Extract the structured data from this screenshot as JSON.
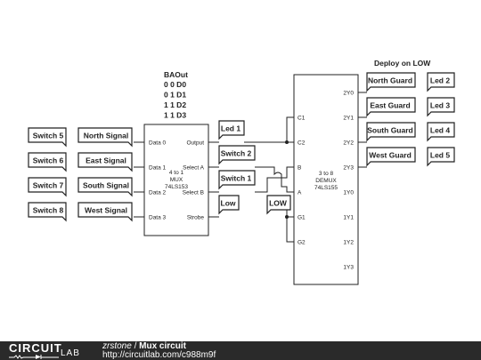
{
  "truth_table": {
    "header": "BAOut",
    "rows": [
      "0 0 D0",
      "0 1 D1",
      "1 1 D2",
      "1 1 D3"
    ]
  },
  "deploy_label": "Deploy on LOW",
  "switch_labels": [
    "Switch 5",
    "Switch 6",
    "Switch 7",
    "Switch 8"
  ],
  "signal_labels": [
    "North Signal",
    "East Signal",
    "South Signal",
    "West Signal"
  ],
  "mux": {
    "pins_left": [
      "Data 0",
      "Data 1",
      "Data 2",
      "Data 3"
    ],
    "pins_right": [
      "Output",
      "Select A",
      "Select B",
      "Strobe"
    ],
    "name": [
      "4 to 1",
      "MUX",
      "74LS153"
    ]
  },
  "mux_out_labels": [
    "Led 1",
    "Switch 2",
    "Switch 1",
    "Low"
  ],
  "low_label": "LOW",
  "demux": {
    "pins_left": [
      "C1",
      "C2",
      "B",
      "A",
      "G1",
      "G2"
    ],
    "pins_right": [
      "2Y0",
      "2Y1",
      "2Y2",
      "2Y3",
      "1Y0",
      "1Y1",
      "1Y2",
      "1Y3"
    ],
    "name": [
      "3 to 8",
      "DEMUX",
      "74LS155"
    ]
  },
  "guard_labels": [
    "North Guard",
    "East Guard",
    "South Guard",
    "West Guard"
  ],
  "led_labels": [
    "Led 2",
    "Led 3",
    "Led 4",
    "Led 5"
  ],
  "footer": {
    "logo_top": "CIRCUIT",
    "logo_bottom": "LAB",
    "author": "zrstone",
    "separator": " / ",
    "title": "Mux circuit",
    "url": "http://circuitlab.com/c988m9f"
  }
}
